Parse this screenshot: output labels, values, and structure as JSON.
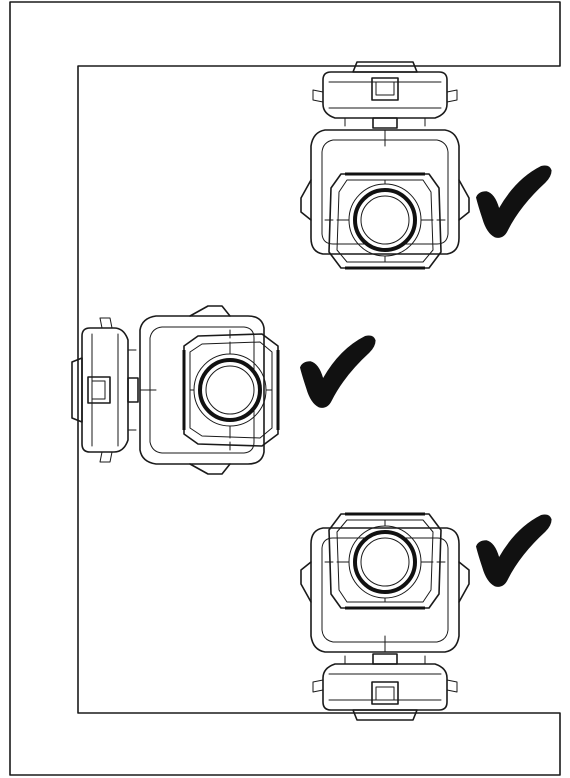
{
  "diagram": {
    "colors": {
      "line": "#1a1a1a",
      "check": "#222222",
      "background": "#ffffff"
    },
    "fixtures": [
      {
        "id": "top",
        "orientation": "base-up",
        "approved": true,
        "mark_icon": "check-mark-icon"
      },
      {
        "id": "left-wall",
        "orientation": "base-left",
        "approved": true,
        "mark_icon": "check-mark-icon"
      },
      {
        "id": "bottom",
        "orientation": "base-down",
        "approved": true,
        "mark_icon": "check-mark-icon"
      }
    ]
  }
}
